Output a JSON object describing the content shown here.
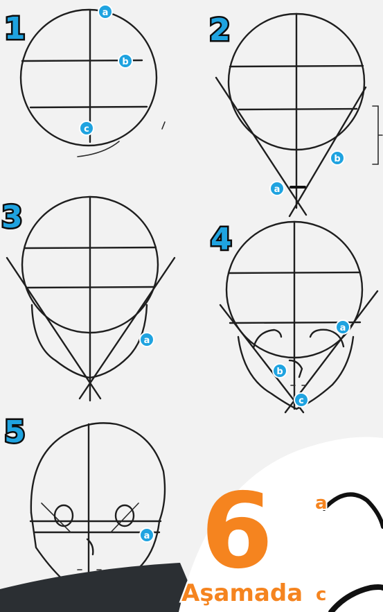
{
  "steps": [
    {
      "number": "1",
      "labels": [
        "a",
        "b",
        "c"
      ]
    },
    {
      "number": "2",
      "labels": [
        "a",
        "b"
      ]
    },
    {
      "number": "3",
      "labels": [
        "a"
      ]
    },
    {
      "number": "4",
      "labels": [
        "a",
        "b",
        "c"
      ]
    },
    {
      "number": "5",
      "labels": [
        "a"
      ]
    }
  ],
  "step6": {
    "number": "6",
    "title": "Aşamada",
    "labels": [
      "a",
      "c"
    ]
  },
  "colors": {
    "accent_blue": "#1fa3e0",
    "accent_orange": "#f5841f",
    "background": "#f2f2f2",
    "dark_shape": "#2b2f33"
  }
}
